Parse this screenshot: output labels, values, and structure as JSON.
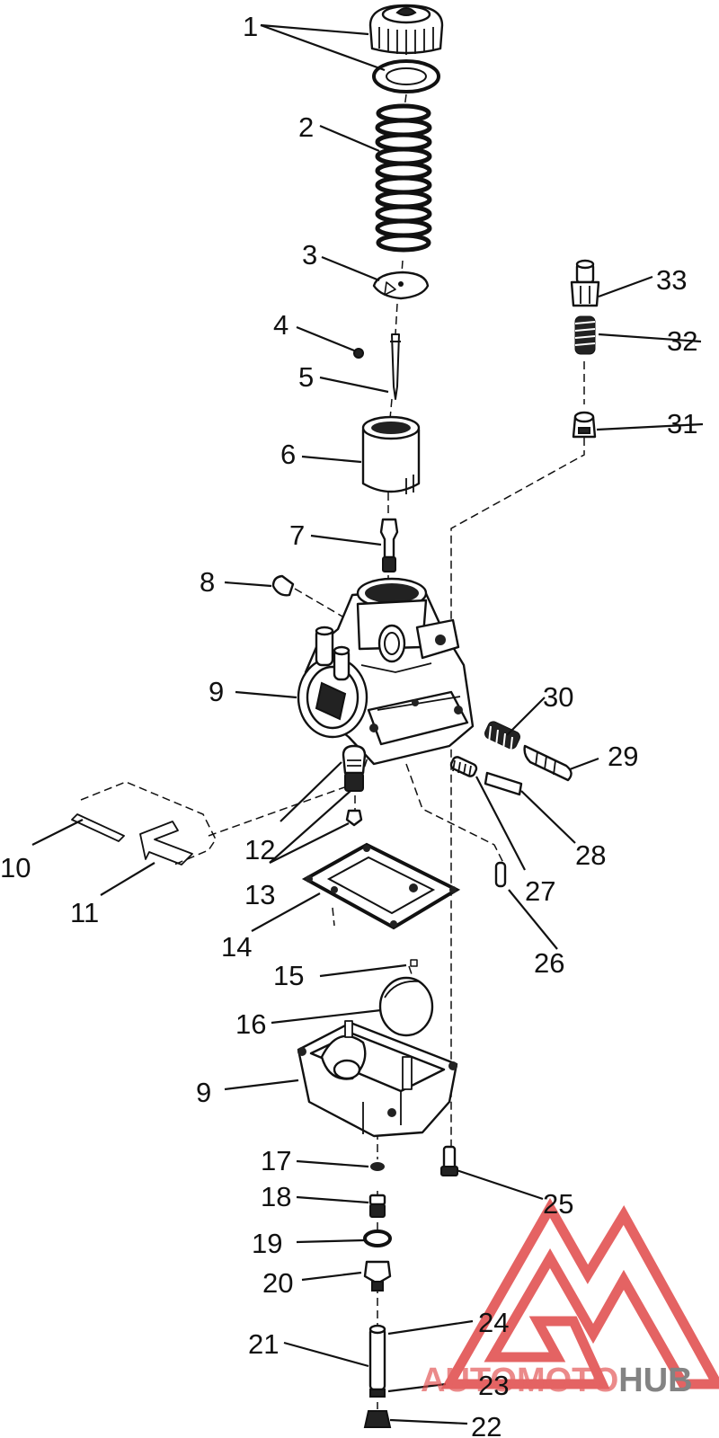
{
  "labels": {
    "p1": "1",
    "p2": "2",
    "p3": "3",
    "p4": "4",
    "p5": "5",
    "p6": "6",
    "p7": "7",
    "p8": "8",
    "p9a": "9",
    "p9b": "9",
    "p10": "10",
    "p11": "11",
    "p12": "12",
    "p13": "13",
    "p14": "14",
    "p15": "15",
    "p16": "16",
    "p17": "17",
    "p18": "18",
    "p19": "19",
    "p20": "20",
    "p21": "21",
    "p22": "22",
    "p23": "23",
    "p24": "24",
    "p25": "25",
    "p26": "26",
    "p27": "27",
    "p28": "28",
    "p29": "29",
    "p30": "30",
    "p31": "31",
    "p32": "32",
    "p33": "33"
  },
  "watermark": {
    "part1": "AUTO",
    "part2": "MOTO",
    "part3": "HUB",
    "color_red": "#e04848",
    "color_gray": "#6e6e6e"
  }
}
